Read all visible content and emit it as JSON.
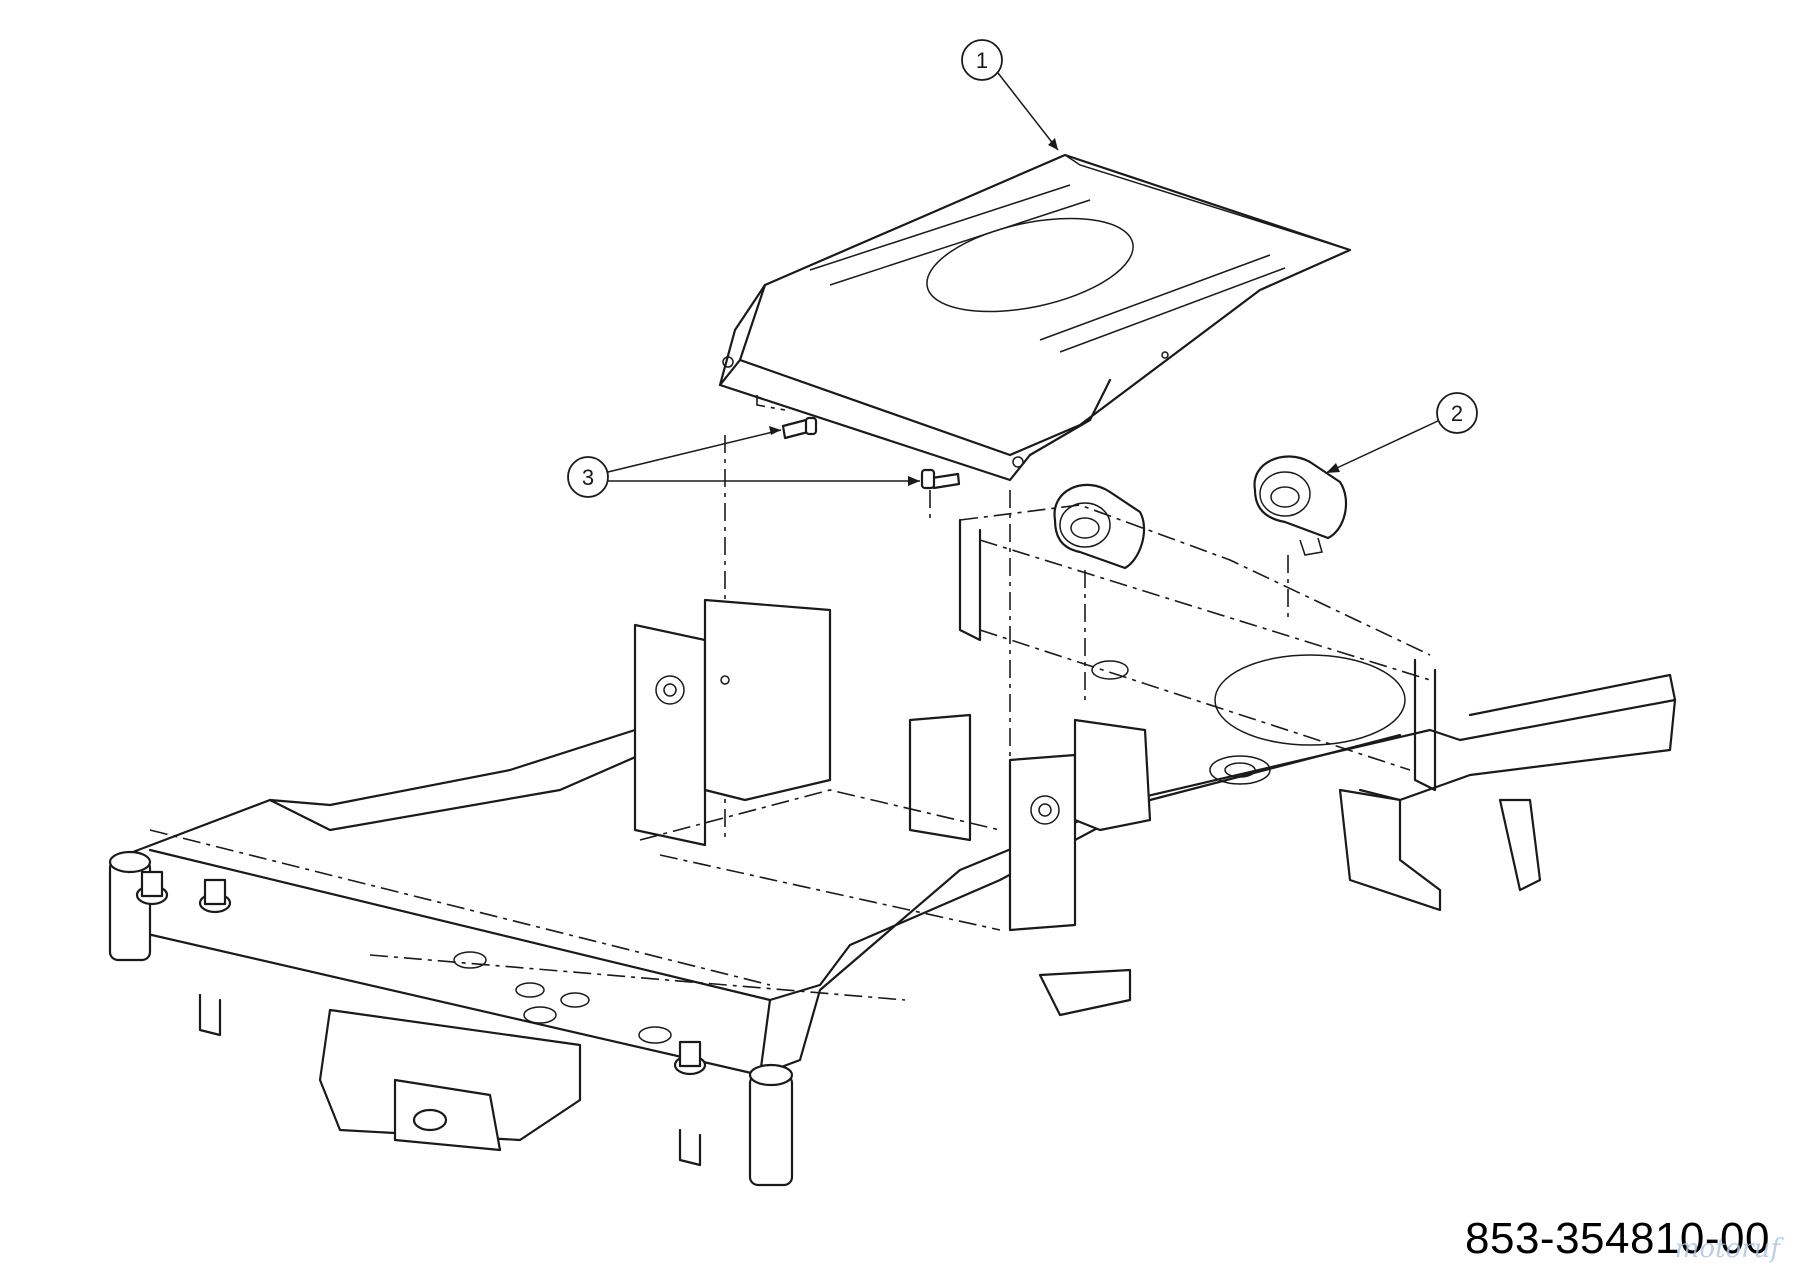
{
  "callouts": [
    {
      "id": "1",
      "label": "1"
    },
    {
      "id": "2",
      "label": "2"
    },
    {
      "id": "3",
      "label": "3"
    }
  ],
  "part_number": "853-354810-00",
  "watermark": "motoruf"
}
